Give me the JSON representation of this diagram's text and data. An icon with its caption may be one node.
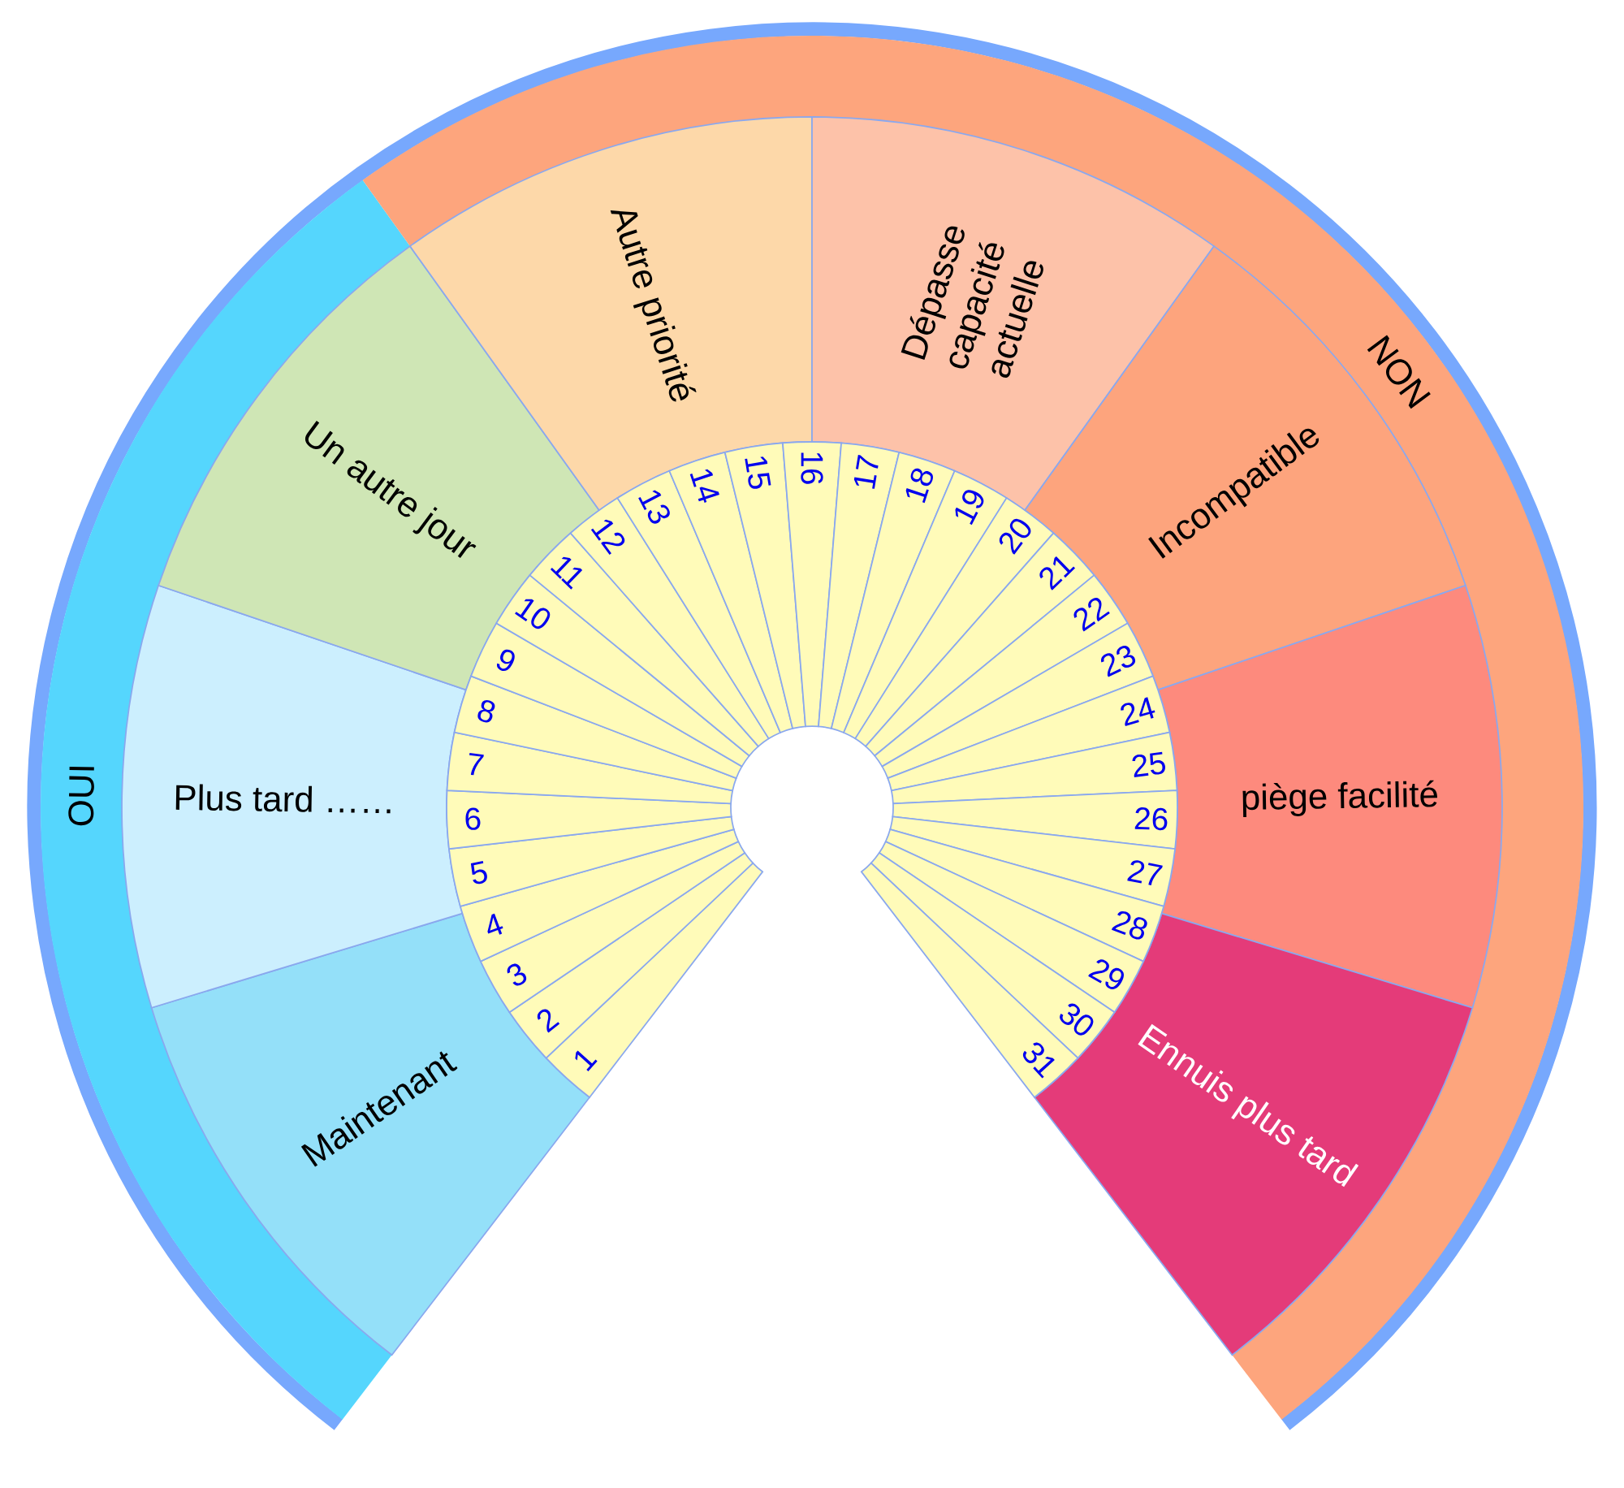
{
  "diagram": {
    "nodes": [
      {
        "text": [
          "OUI"
        ]
      },
      {
        "text": [
          "NON"
        ]
      },
      {
        "text": [
          "Maintenant"
        ]
      },
      {
        "text": [
          "Plus tard ……"
        ]
      },
      {
        "text": [
          "Un autre jour"
        ]
      },
      {
        "text": [
          "Autre priorité"
        ]
      },
      {
        "text": [
          "Dépasse capacité actuelle"
        ]
      },
      {
        "text": [
          "Incompatible"
        ]
      },
      {
        "text": [
          "piège facilité"
        ]
      },
      {
        "text": [
          "Ennuis plus tard"
        ]
      },
      {
        "text": [
          "1"
        ]
      },
      {
        "text": [
          "2"
        ]
      },
      {
        "text": [
          "3"
        ]
      },
      {
        "text": [
          "4"
        ]
      },
      {
        "text": [
          "5"
        ]
      },
      {
        "text": [
          "6"
        ]
      },
      {
        "text": [
          "7"
        ]
      },
      {
        "text": [
          "8"
        ]
      },
      {
        "text": [
          "9"
        ]
      },
      {
        "text": [
          "10"
        ]
      },
      {
        "text": [
          "11"
        ]
      },
      {
        "text": [
          "12"
        ]
      },
      {
        "text": [
          "13"
        ]
      },
      {
        "text": [
          "14"
        ]
      },
      {
        "text": [
          "15"
        ]
      },
      {
        "text": [
          "16"
        ]
      },
      {
        "text": [
          "17"
        ]
      },
      {
        "text": [
          "18"
        ]
      },
      {
        "text": [
          "19"
        ]
      },
      {
        "text": [
          "20"
        ]
      },
      {
        "text": [
          "21"
        ]
      },
      {
        "text": [
          "22"
        ]
      },
      {
        "text": [
          "23"
        ]
      },
      {
        "text": [
          "24"
        ]
      },
      {
        "text": [
          "25"
        ]
      },
      {
        "text": [
          "26"
        ]
      },
      {
        "text": [
          "27"
        ]
      },
      {
        "text": [
          "28"
        ]
      },
      {
        "text": [
          "29"
        ]
      },
      {
        "text": [
          "30"
        ]
      },
      {
        "text": [
          "31"
        ]
      }
    ]
  }
}
